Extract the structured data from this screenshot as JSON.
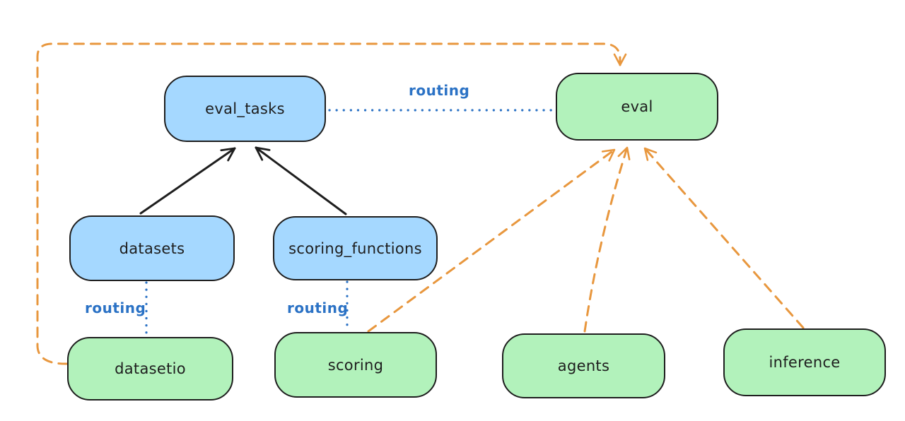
{
  "diagram": {
    "type": "architecture-diagram",
    "style": "hand-drawn (excalidraw-like)",
    "background": "#ffffff",
    "colors": {
      "resource_fill_blue": "#a5d8ff",
      "api_fill_green": "#b2f2bb",
      "node_stroke": "#1e1e1e",
      "routing_blue": "#2b72c5",
      "dependency_orange": "#e8973e",
      "inheritance_black": "#1e1e1e"
    },
    "nodes": {
      "eval_tasks": {
        "label": "eval_tasks",
        "fill": "blue"
      },
      "eval": {
        "label": "eval",
        "fill": "green"
      },
      "datasets": {
        "label": "datasets",
        "fill": "blue"
      },
      "scoring_functions": {
        "label": "scoring_functions",
        "fill": "blue"
      },
      "datasetio": {
        "label": "datasetio",
        "fill": "green"
      },
      "scoring": {
        "label": "scoring",
        "fill": "green"
      },
      "agents": {
        "label": "agents",
        "fill": "green"
      },
      "inference": {
        "label": "inference",
        "fill": "green"
      }
    },
    "labels": {
      "routing_top": "routing",
      "routing_datasets": "routing",
      "routing_scoring": "routing"
    },
    "edges": [
      {
        "from": "eval_tasks",
        "to": "eval",
        "style": "dotted",
        "color": "blue",
        "label": "routing",
        "arrow": false
      },
      {
        "from": "datasets",
        "to": "eval_tasks",
        "style": "solid",
        "color": "black",
        "label": "",
        "arrow": true
      },
      {
        "from": "scoring_functions",
        "to": "eval_tasks",
        "style": "solid",
        "color": "black",
        "label": "",
        "arrow": true
      },
      {
        "from": "datasets",
        "to": "datasetio",
        "style": "dotted",
        "color": "blue",
        "label": "routing",
        "arrow": false
      },
      {
        "from": "scoring_functions",
        "to": "scoring",
        "style": "dotted",
        "color": "blue",
        "label": "routing",
        "arrow": false
      },
      {
        "from": "datasetio",
        "to": "eval",
        "style": "dashed",
        "color": "orange",
        "label": "",
        "arrow": true,
        "route": "around-left-and-top-into-eval-top"
      },
      {
        "from": "scoring",
        "to": "eval",
        "style": "dashed",
        "color": "orange",
        "label": "",
        "arrow": true
      },
      {
        "from": "agents",
        "to": "eval",
        "style": "dashed",
        "color": "orange",
        "label": "",
        "arrow": true
      },
      {
        "from": "inference",
        "to": "eval",
        "style": "dashed",
        "color": "orange",
        "label": "",
        "arrow": true
      }
    ]
  }
}
